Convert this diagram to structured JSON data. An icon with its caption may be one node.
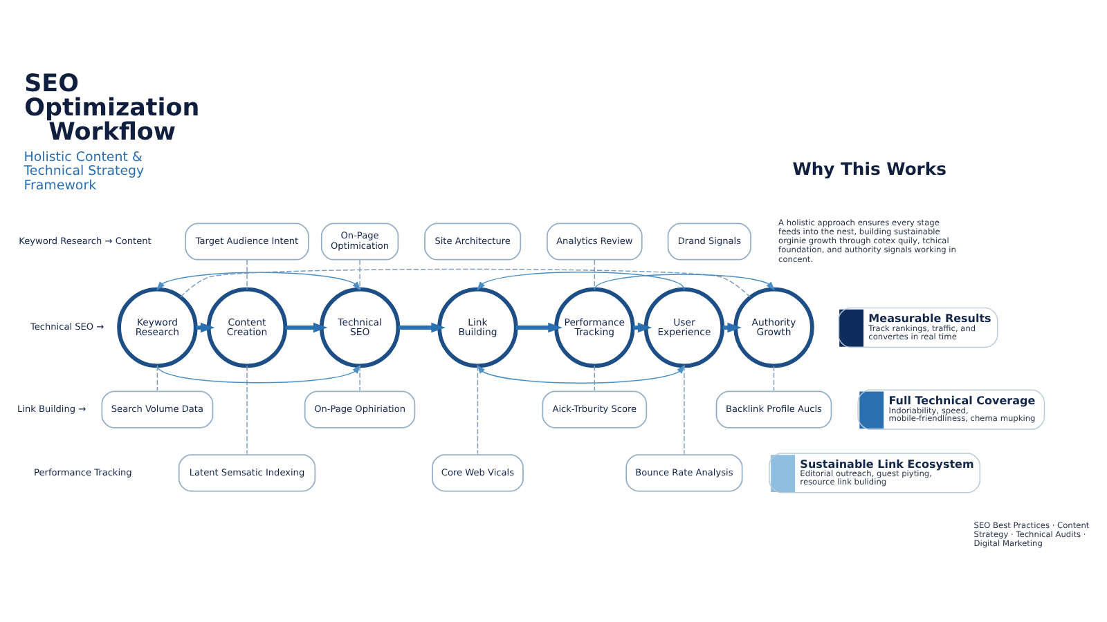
{
  "diagram": {
    "title": "SEO Optimization Workflow",
    "nodes": [
      {
        "text": [
          "Keyword Research"
        ]
      },
      {
        "text": [
          "Content Creation"
        ]
      },
      {
        "text": [
          "Technical SEO"
        ]
      },
      {
        "text": [
          "Link Building"
        ]
      },
      {
        "text": [
          "Performance Tracking"
        ]
      },
      {
        "text": [
          "User Experience"
        ]
      },
      {
        "text": [
          "Authority Growth"
        ]
      },
      {
        "text": [
          "On-Page Optimication"
        ]
      },
      {
        "text": [
          "Target Audience Intent"
        ]
      },
      {
        "text": [
          "Site Architecture"
        ]
      },
      {
        "text": [
          "Analytics Review"
        ]
      },
      {
        "text": [
          "Drand Signals"
        ]
      },
      {
        "text": [
          "Search Volume Data"
        ]
      },
      {
        "text": [
          "Latent Semsatic Indexing"
        ]
      },
      {
        "text": [
          "On-Page Ophiriation"
        ]
      },
      {
        "text": [
          "Core Web Vicals"
        ]
      },
      {
        "text": [
          "Aick-Trburity Score"
        ]
      },
      {
        "text": [
          "Bounce Rate Analysis"
        ]
      },
      {
        "text": [
          "Backlink Profile Aucls"
        ]
      },
      {
        "text": [
          "Measurable Results",
          "Track rankings, traffic, and convertes in real time"
        ]
      },
      {
        "text": [
          "Full Technical Coverage",
          "Indoriability, speed, mobile-friendliness, chema mupking"
        ]
      },
      {
        "text": [
          "Sustainable Link Ecosystem",
          "Editorial outreach, guest piyting, resource link buliding"
        ]
      }
    ],
    "edges": [
      {
        "from": 0,
        "to": 1,
        "arrow": "to",
        "style": "thick",
        "color": "#2a6fb0"
      },
      {
        "from": 1,
        "to": 2,
        "arrow": "to",
        "style": "thick",
        "color": "#2a6fb0"
      },
      {
        "from": 2,
        "to": 3,
        "arrow": "to",
        "style": "thick",
        "color": "#2a6fb0"
      },
      {
        "from": 3,
        "to": 4,
        "arrow": "to",
        "style": "thick",
        "color": "#2a6fb0"
      },
      {
        "from": 4,
        "to": 5,
        "arrow": "to",
        "style": "thick",
        "color": "#2a6fb0"
      },
      {
        "from": 5,
        "to": 6,
        "arrow": "to",
        "style": "thick",
        "color": "#2a6fb0"
      },
      {
        "from": 0,
        "to": 2,
        "arrow": "both",
        "color": "#4a8fc6"
      },
      {
        "from": 0,
        "to": 2,
        "arrow": "to",
        "color": "#4a8fc6"
      },
      {
        "from": 5,
        "to": 3,
        "arrow": "to",
        "color": "#4a8fc6"
      },
      {
        "from": 4,
        "to": 6,
        "arrow": "to",
        "color": "#4a8fc6"
      },
      {
        "from": 3,
        "to": 5,
        "arrow": "both",
        "color": "#4a8fc6"
      },
      {
        "from": 0,
        "to": 6,
        "arrow": "none",
        "style": "dashed"
      },
      {
        "from": 8,
        "to": 1,
        "arrow": "none",
        "style": "dashed"
      },
      {
        "from": 7,
        "to": 2,
        "arrow": "none",
        "style": "dashed"
      },
      {
        "from": 10,
        "to": 4,
        "arrow": "none",
        "style": "dashed"
      },
      {
        "from": 0,
        "to": 12,
        "arrow": "none",
        "style": "dashed"
      },
      {
        "from": 1,
        "to": 13,
        "arrow": "none",
        "style": "dashed"
      },
      {
        "from": 2,
        "to": 14,
        "arrow": "none",
        "style": "dashed"
      },
      {
        "from": 3,
        "to": 15,
        "arrow": "none",
        "style": "dashed"
      },
      {
        "from": 4,
        "to": 16,
        "arrow": "none",
        "style": "dashed"
      },
      {
        "from": 5,
        "to": 17,
        "arrow": "none",
        "style": "dashed"
      },
      {
        "from": 6,
        "to": 18,
        "arrow": "none",
        "style": "dashed"
      }
    ],
    "labels": [
      "Holistic Content & Technical Strategy Framework",
      "Keyword Research → Content",
      "Technical SEO →",
      "Link Building →",
      "Performance Tracking",
      "Why This Works",
      "A holistic approach ensures every stage feeds into the nest, building sustainable orginie growth through cotex quily, tchical foundation, and authority signals working in concent.",
      "SEO Best Practices · Content Strategy · Technical Audits · Digital Marketing"
    ]
  }
}
